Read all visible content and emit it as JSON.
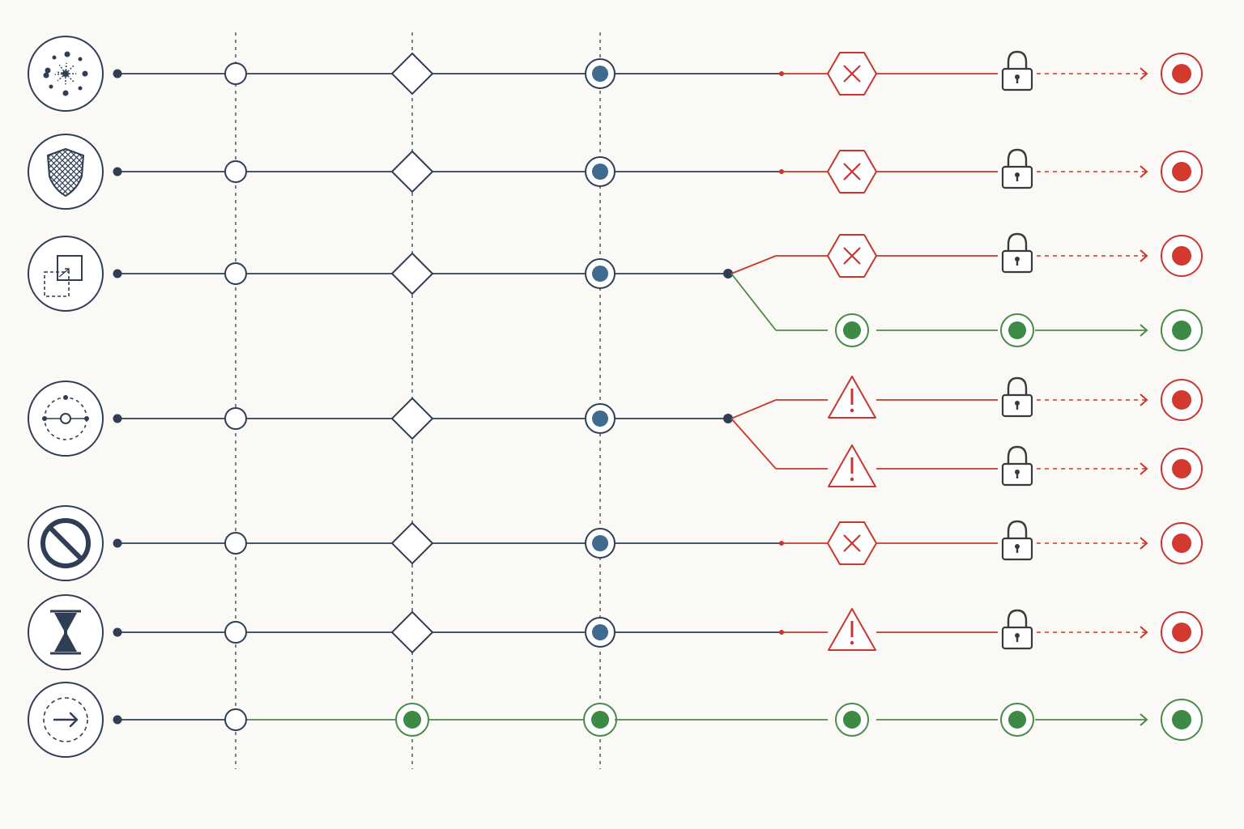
{
  "colors": {
    "background": "#fbf9f6",
    "navy": "#2f3e55",
    "node_fill": "#3f6b8e",
    "red": "#c8372d",
    "red_dot": "#d23a2f",
    "green": "#4a8a4a",
    "green_dot": "#3c8a44",
    "lock": "#3a3a3a",
    "guide": "#2f3e55"
  },
  "guides": [
    {
      "name": "guide-stage-1"
    },
    {
      "name": "guide-stage-2"
    },
    {
      "name": "guide-stage-3"
    }
  ],
  "rows": [
    {
      "id": "row-1",
      "source_icon": "network-nodes-icon",
      "pre_outcome": "blocked",
      "branches": [
        {
          "status": "blocked",
          "marker": "hexagon-x-icon",
          "gate": "lock-icon",
          "end": "red-end-icon"
        }
      ]
    },
    {
      "id": "row-2",
      "source_icon": "shield-mesh-icon",
      "pre_outcome": "blocked",
      "branches": [
        {
          "status": "blocked",
          "marker": "hexagon-x-icon",
          "gate": "lock-icon",
          "end": "red-end-icon"
        }
      ]
    },
    {
      "id": "row-3",
      "source_icon": "copy-squares-icon",
      "pre_outcome": "split",
      "branches": [
        {
          "status": "blocked",
          "marker": "hexagon-x-icon",
          "gate": "lock-icon",
          "end": "red-end-icon"
        },
        {
          "status": "passed",
          "marker": "green-node-icon",
          "gate": "green-node-icon",
          "end": "green-end-icon"
        }
      ]
    },
    {
      "id": "row-4",
      "source_icon": "target-orbit-icon",
      "pre_outcome": "split",
      "branches": [
        {
          "status": "blocked",
          "marker": "warning-triangle-icon",
          "gate": "lock-icon",
          "end": "red-end-icon"
        },
        {
          "status": "blocked",
          "marker": "warning-triangle-icon",
          "gate": "lock-icon",
          "end": "red-end-icon"
        }
      ]
    },
    {
      "id": "row-5",
      "source_icon": "prohibited-icon",
      "pre_outcome": "blocked",
      "branches": [
        {
          "status": "blocked",
          "marker": "hexagon-x-icon",
          "gate": "lock-icon",
          "end": "red-end-icon"
        }
      ]
    },
    {
      "id": "row-6",
      "source_icon": "hourglass-icon",
      "pre_outcome": "blocked",
      "branches": [
        {
          "status": "blocked",
          "marker": "warning-triangle-icon",
          "gate": "lock-icon",
          "end": "red-end-icon"
        }
      ]
    },
    {
      "id": "row-7",
      "source_icon": "arrow-circle-icon",
      "pre_outcome": "passed",
      "branches": [
        {
          "status": "passed",
          "marker": "green-node-icon",
          "gate": "green-node-icon",
          "end": "green-end-icon"
        }
      ]
    }
  ]
}
